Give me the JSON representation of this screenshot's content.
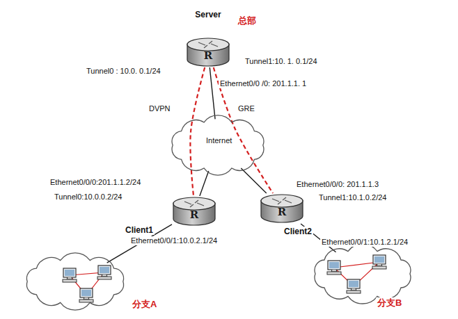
{
  "diagram": {
    "nodes": [
      {
        "text": [
          "Server",
          "R"
        ]
      },
      {
        "text": [
          "Internet"
        ]
      },
      {
        "text": [
          "Client1",
          "R"
        ]
      },
      {
        "text": [
          "Client2",
          "R"
        ]
      },
      {
        "text": [
          "分支A"
        ]
      },
      {
        "text": [
          "分支B"
        ]
      }
    ],
    "edges": [
      {
        "from": 0,
        "to": 1,
        "arrow": "none"
      },
      {
        "from": 2,
        "to": 1,
        "arrow": "none"
      },
      {
        "from": 3,
        "to": 1,
        "arrow": "none"
      },
      {
        "from": 0,
        "to": 2,
        "label": "DVPN",
        "arrow": "none"
      },
      {
        "from": 0,
        "to": 3,
        "label": "GRE",
        "arrow": "none"
      },
      {
        "from": 2,
        "to": 4,
        "arrow": "none"
      },
      {
        "from": 3,
        "to": 5,
        "arrow": "none"
      }
    ],
    "labels": [
      "总部",
      "Tunnel0 : 10.0. 0.1/24",
      "Tunnel1:10. 1. 0.1/24",
      "Ethernet0/0 /0: 201.1.1. 1",
      "Ethernet0/0/0:201.1.1.2/24",
      "Tunnel0:10.0.0.2/24",
      "Ethernet0/0/1:10.0.2.1/24",
      "Ethernet0/0/0: 201.1.1.3",
      "Tunnel1:10.1.0.2/24",
      "Ethernet0/0/1:10.1.2.1/24"
    ]
  }
}
